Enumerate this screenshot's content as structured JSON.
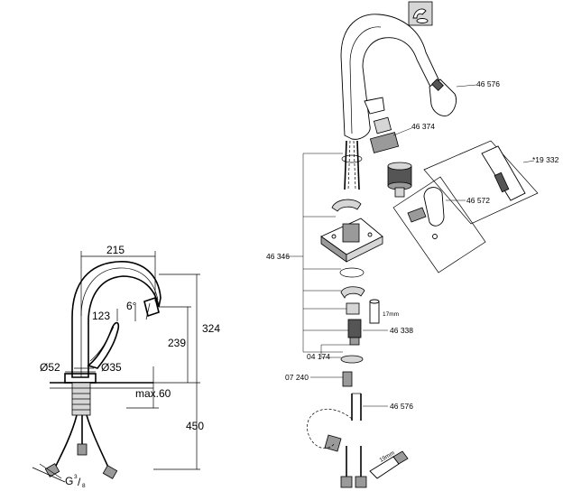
{
  "dimensions": {
    "width": "215",
    "reach": "123",
    "angle": "6°",
    "height_total": "324",
    "height_spout": "239",
    "base_dia": "Ø52",
    "hole_dia": "Ø35",
    "deck_max": "max.60",
    "hose_len": "450",
    "thread": "G",
    "thread_sup": "3",
    "thread_sub": "8"
  },
  "parts": {
    "p46576_top": "46 576",
    "p46374": "46 374",
    "p19332": "*19 332",
    "p46572": "46 572",
    "p46346": "46 346",
    "p46338": "46 338",
    "p04174": "04 174",
    "p07240": "07 240",
    "p46576_bottom": "46 576",
    "wrench17": "17mm",
    "wrench19": "19mm"
  }
}
